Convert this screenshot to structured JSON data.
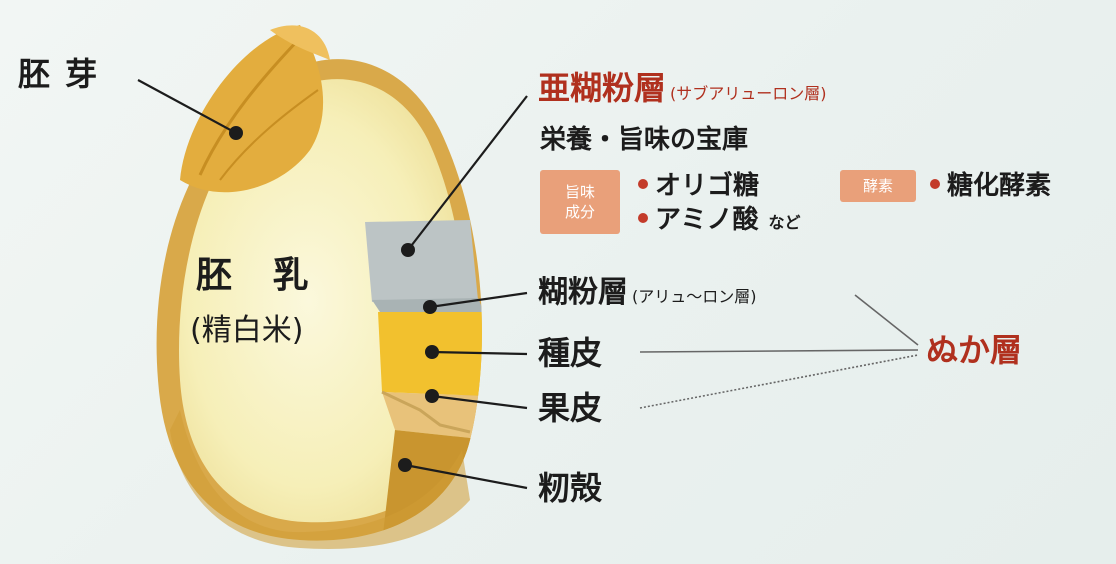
{
  "labels": {
    "embryo": "胚 芽",
    "endosperm": "胚 乳",
    "endosperm_sub": "(精白米)",
    "sub_aleurone": "亜糊粉層",
    "sub_aleurone_note": "(サブアリューロン層)",
    "treasure": "栄養・旨味の宝庫",
    "aleurone": "糊粉層",
    "aleurone_note": "(アリュ〜ロン層)",
    "seed_coat": "種皮",
    "pericarp": "果皮",
    "husk": "籾殻",
    "nuka_layer": "ぬか層"
  },
  "tags": {
    "umami_line1": "旨味",
    "umami_line2": "成分",
    "enzyme": "酵素"
  },
  "items": {
    "oligo": "オリゴ糖",
    "amino": "アミノ酸",
    "nado": "など",
    "saccharifying": "糖化酵素"
  },
  "colors": {
    "accent_red": "#b0301e",
    "tag_orange": "#e9a07a",
    "dot_red": "#c33b2a",
    "husk_gold": "#d6a53a",
    "seed_coat_yellow": "#f2c12e",
    "aleurone_gray": "#b9c2c3"
  }
}
